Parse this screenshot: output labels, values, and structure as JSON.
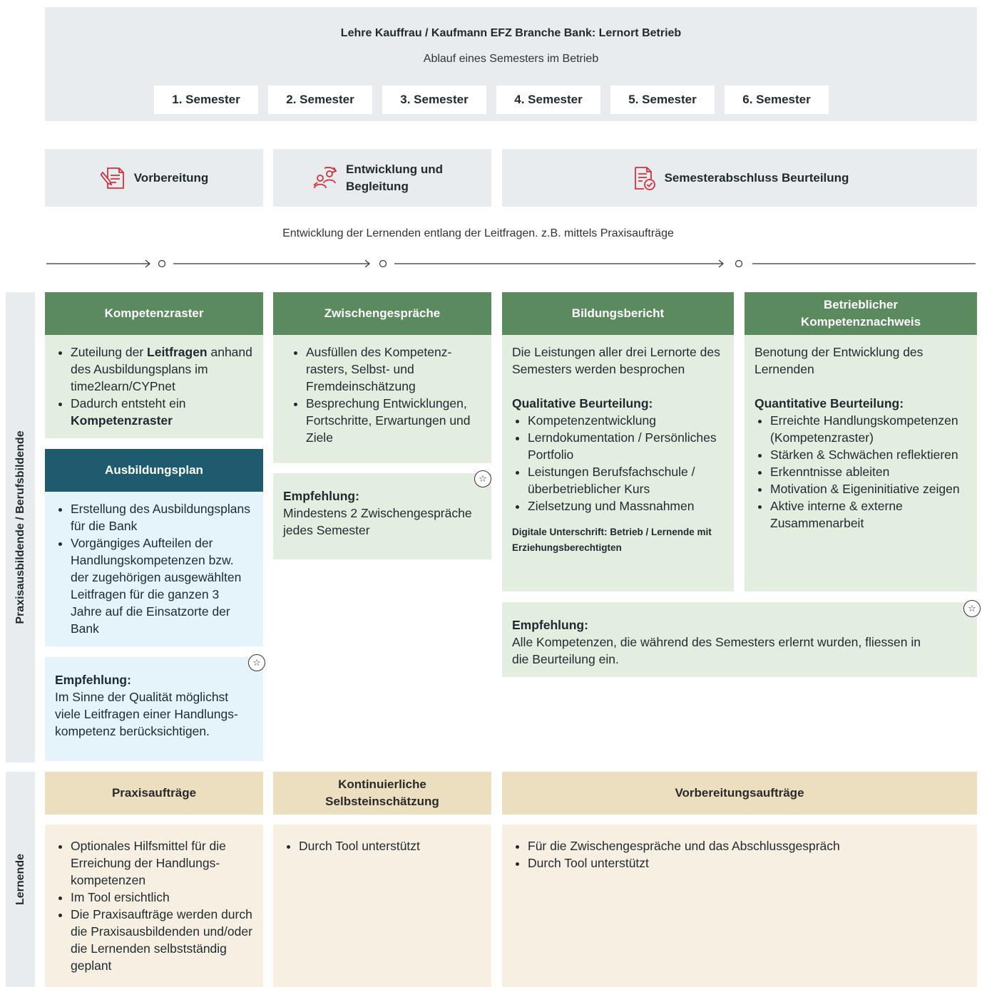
{
  "header": {
    "title": "Lehre Kauffrau / Kaufmann EFZ Branche Bank: Lernort Betrieb",
    "subtitle": "Ablauf eines Semesters im Betrieb",
    "semesters": [
      "1. Semester",
      "2. Semester",
      "3. Semester",
      "4. Semester",
      "5. Semester",
      "6. Semester"
    ]
  },
  "phases": [
    {
      "label": "Vorbereitung",
      "icon": "document-pen-icon"
    },
    {
      "label": "Entwicklung und Begleitung",
      "icon": "people-development-icon"
    },
    {
      "label": "Semesterabschluss Beurteilung",
      "icon": "document-check-icon"
    }
  ],
  "timeline": {
    "caption": "Entwicklung der Lernenden entlang der Leitfragen. z.B. mittels Praxisaufträge"
  },
  "side_labels": {
    "trainers": "Praxisausbildende / Berufsbildende",
    "learners": "Lernende"
  },
  "colors": {
    "green_header": "#5a8a5e",
    "teal_header": "#1e5b6e",
    "green_body": "#e4eee0",
    "blue_body": "#e5f3fb",
    "tan_header": "#ecdfc0",
    "tan_body": "#f6efe2",
    "panel_grey": "#e9ecee"
  },
  "kompetenzraster": {
    "title": "Kompetenzraster",
    "b1_pre": "Zuteilung der ",
    "b1_bold": "Leitfragen",
    "b1_post": " anhand des Ausbildungsplans im time2learn/CYPnet",
    "b2_pre": "Dadurch entsteht ein ",
    "b2_bold": "Kompetenzraster"
  },
  "ausbildungsplan": {
    "title": "Ausbildungsplan",
    "bullets": [
      "Erstellung des Ausbildungsplans für die Bank",
      "Vorgängiges Aufteilen der Handlungskompetenzen bzw. der zugehörigen ausgewählten Leitfragen für die ganzen 3 Jahre auf die Einsatzorte der Bank"
    ],
    "emp_title": "Empfehlung:",
    "emp_text": "Im Sinne der Qualität möglichst viele Leitfragen einer Handlungs-kompetenz berücksichtigen."
  },
  "zwischengespraeche": {
    "title": "Zwischengespräche",
    "bullets": [
      "Ausfüllen des Kompetenz-rasters, Selbst- und Fremdeinschätzung",
      "Besprechung Entwicklungen, Fortschritte, Erwartungen und Ziele"
    ],
    "emp_title": "Empfehlung:",
    "emp_text": "Mindestens 2 Zwischengespräche jedes Semester"
  },
  "bildungsbericht": {
    "title": "Bildungsbericht",
    "intro": "Die Leistungen aller drei Lernorte des Semesters werden besprochen",
    "subtitle": "Qualitative Beurteilung:",
    "bullets": [
      "Kompetenzentwicklung",
      "Lerndokumentation / Persönliches Portfolio",
      "Leistungen Berufsfachschule / überbetrieblicher Kurs",
      "Zielsetzung und Massnahmen"
    ],
    "signature": "Digitale Unterschrift: Betrieb / Lernende mit Erziehungsberechtigten"
  },
  "kompetenznachweis": {
    "title": "Betrieblicher Kompetenznachweis",
    "intro": "Benotung der Entwicklung des Lernenden",
    "subtitle": "Quantitative Beurteilung:",
    "bullets": [
      "Erreichte Handlungskompetenzen (Kompetenzraster)",
      "Stärken & Schwächen reflektieren",
      "Erkenntnisse ableiten",
      "Motivation & Eigeninitiative zeigen",
      "Aktive interne & externe Zusammenarbeit"
    ]
  },
  "abschluss_empfehlung": {
    "title": "Empfehlung:",
    "text": "Alle Kompetenzen, die während des Semesters erlernt wurden, fliessen in die Beurteilung ein."
  },
  "praxisauftraege": {
    "title": "Praxisaufträge",
    "bullets": [
      "Optionales Hilfsmittel für die Erreichung der Handlungs-kompetenzen",
      "Im Tool ersichtlich",
      "Die Praxisaufträge werden durch die Praxisausbildenden und/oder die Lernenden selbstständig geplant"
    ]
  },
  "selbsteinschaetzung": {
    "title": "Kontinuierliche Selbsteinschätzung",
    "bullets": [
      "Durch Tool unterstützt"
    ]
  },
  "vorbereitungsauftraege": {
    "title": "Vorbereitungsaufträge",
    "bullets": [
      "Für die Zwischengespräche und das Abschlussgespräch",
      "Durch Tool unterstützt"
    ]
  }
}
